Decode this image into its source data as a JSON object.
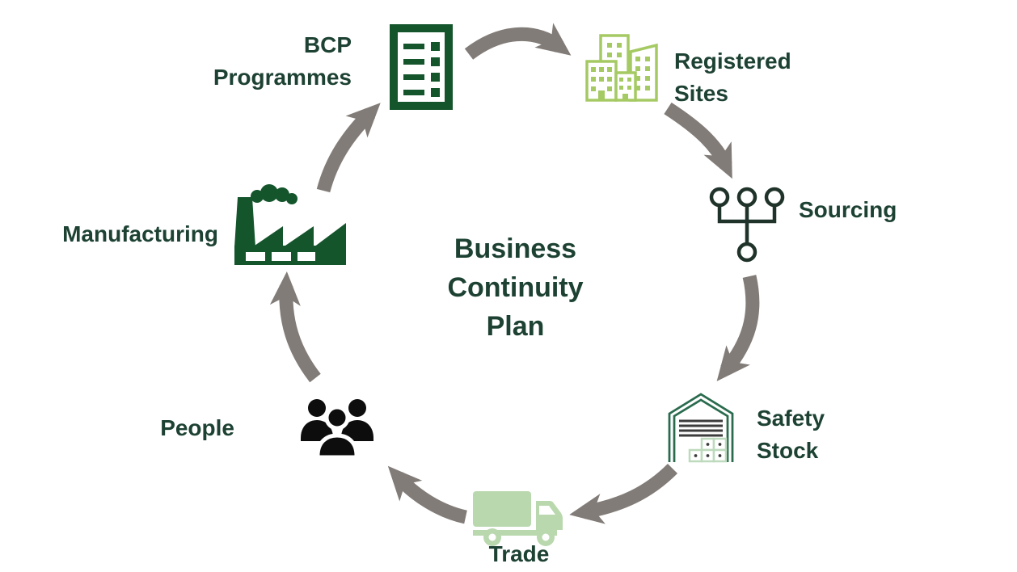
{
  "diagram": {
    "type": "cycle",
    "flow_direction": "clockwise",
    "center_title": {
      "text": "Business Continuity Plan",
      "lines": [
        "Business",
        "Continuity",
        "Plan"
      ]
    },
    "nodes": [
      {
        "id": "bcp-programmes",
        "label": "BCP Programmes",
        "icon": "checklist-icon"
      },
      {
        "id": "registered-sites",
        "label": "Registered Sites",
        "icon": "buildings-icon"
      },
      {
        "id": "sourcing",
        "label": "Sourcing",
        "icon": "supplier-hierarchy-icon"
      },
      {
        "id": "safety-stock",
        "label": "Safety Stock",
        "icon": "warehouse-icon"
      },
      {
        "id": "trade",
        "label": "Trade",
        "icon": "truck-icon"
      },
      {
        "id": "people",
        "label": "People",
        "icon": "people-icon"
      },
      {
        "id": "manufacturing",
        "label": "Manufacturing",
        "icon": "factory-icon"
      }
    ],
    "colors": {
      "background": "#ffffff",
      "text_green": "#1d4233",
      "dark_green": "#14552c",
      "light_green": "#a5ca64",
      "pale_green": "#b9d8ae",
      "outline_green": "#2a6b4e",
      "box_green": "#bedabe",
      "arrow_gray": "#827c78",
      "people_black": "#0d0d0d"
    }
  }
}
